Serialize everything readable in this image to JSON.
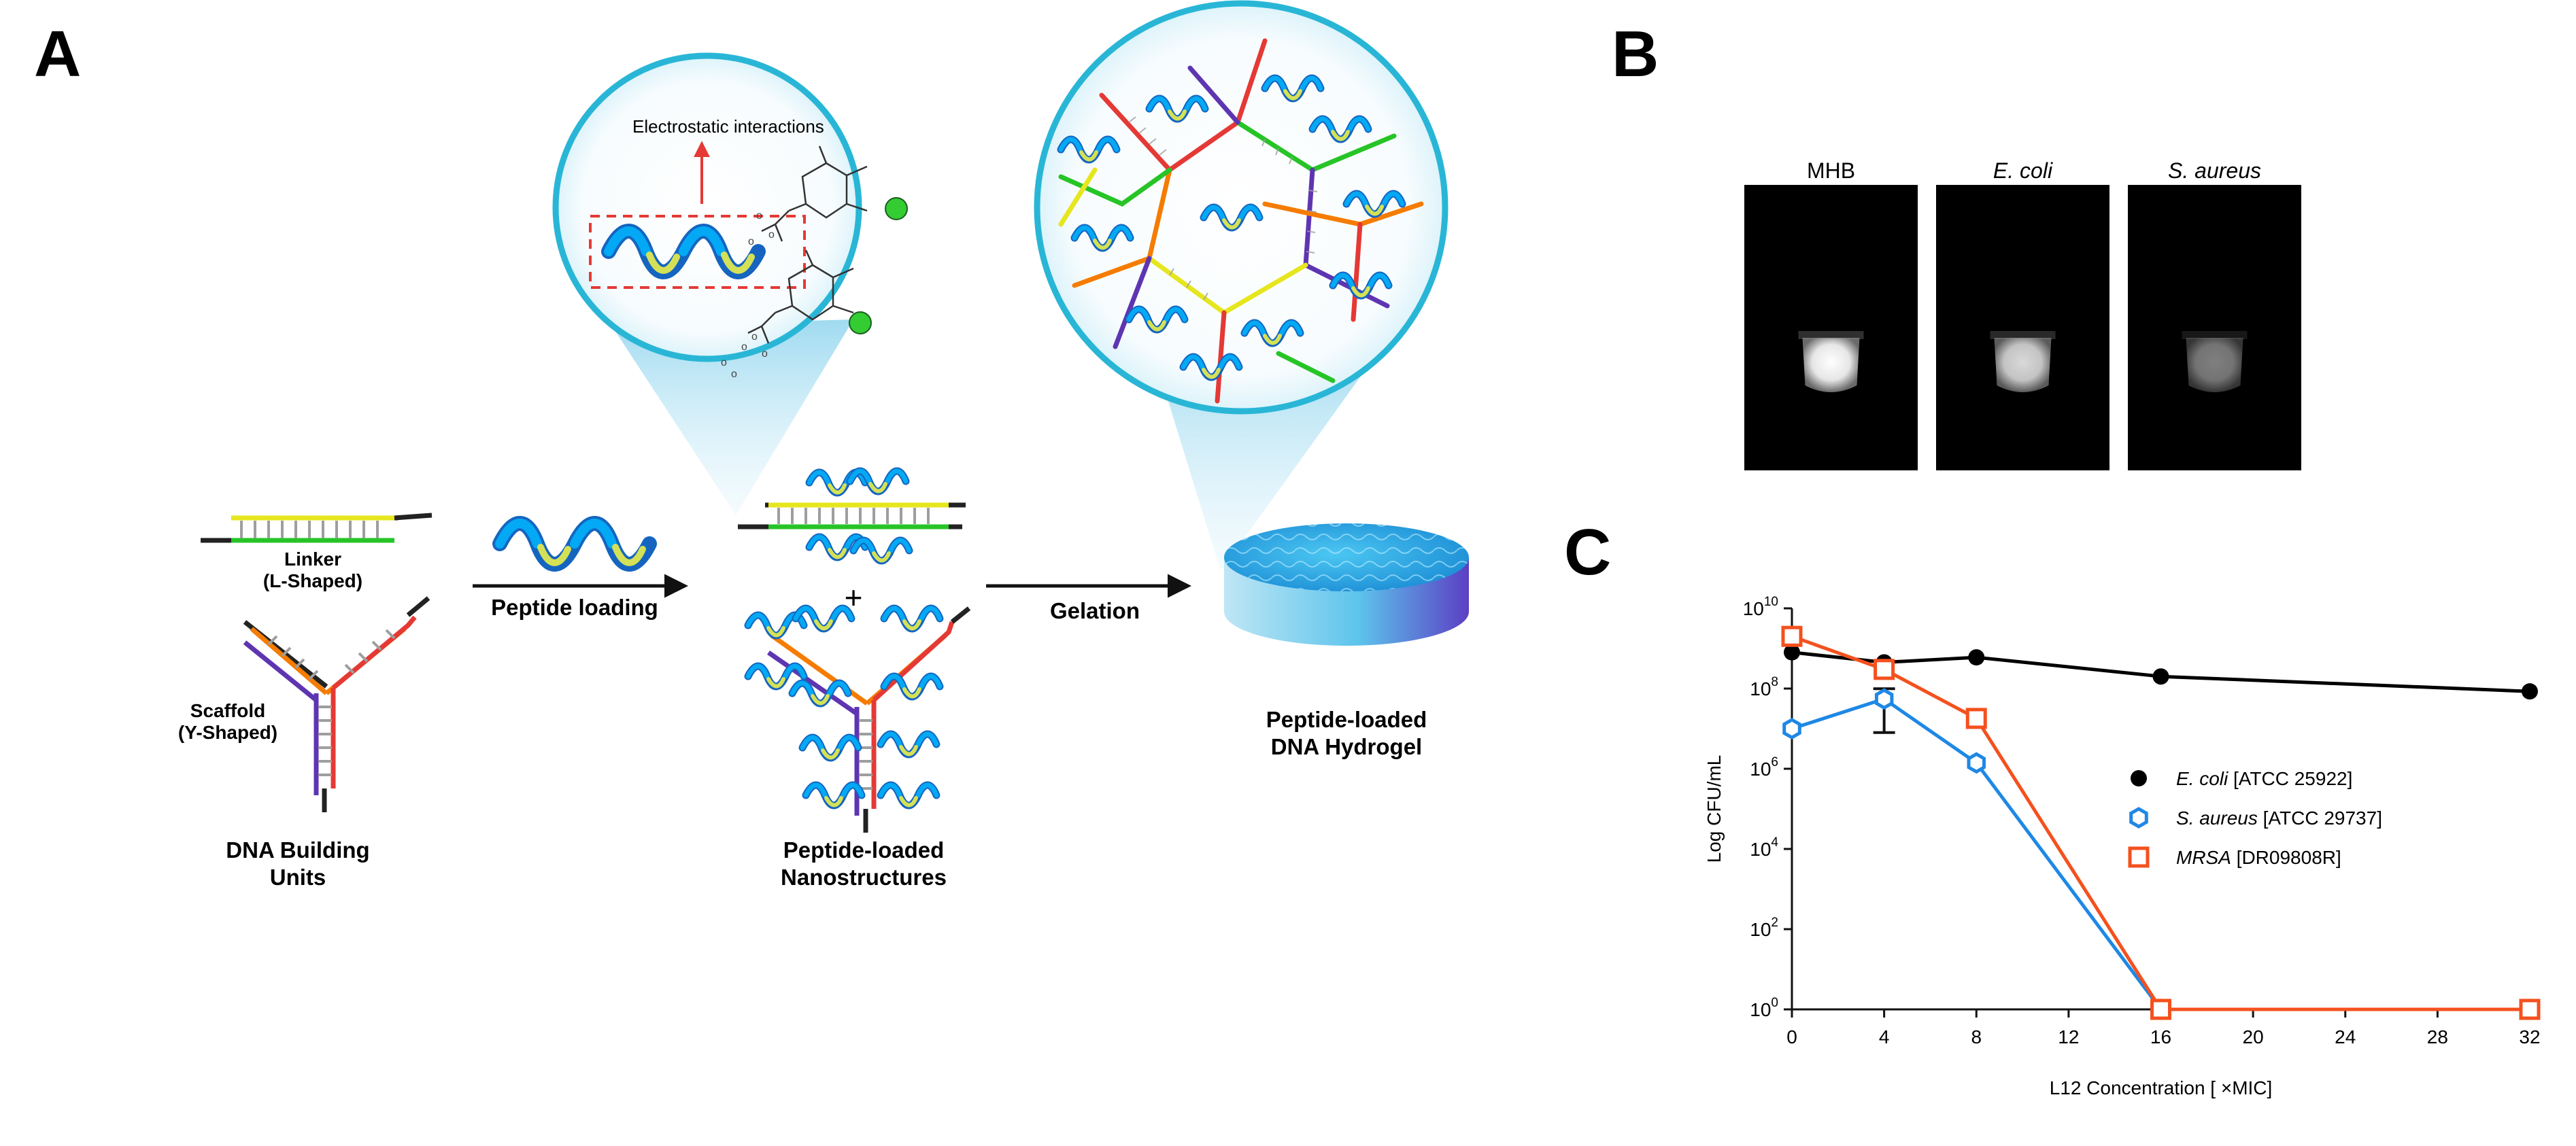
{
  "panel_a": {
    "letter": "A",
    "zoom_label": "Electrostatic interactions",
    "linker_label": [
      "Linker",
      "(L-Shaped)"
    ],
    "scaffold_label": [
      "Scaffold",
      "(Y-Shaped)"
    ],
    "step1_label": "Peptide loading",
    "step2_label": "Gelation",
    "plus_sign": "+",
    "building_units_label": [
      "DNA Building",
      "Units"
    ],
    "nanostructures_label": [
      "Peptide-loaded",
      "Nanostructures"
    ],
    "hydrogel_label": [
      "Peptide-loaded",
      "DNA Hydrogel"
    ],
    "colors": {
      "teal_ring": "#29b6d6",
      "helix_blue": "#1565c0",
      "helix_cyan": "#03a9f4",
      "helix_yellow": "#d4e157",
      "dna_yellow": "#e6e61e",
      "dna_green": "#27c427",
      "dna_orange": "#f57c00",
      "dna_red": "#e53935",
      "dna_purple": "#5e35b1",
      "phosphate_green": "#33cc33",
      "dash_red": "#e53935"
    }
  },
  "panel_b": {
    "letter": "B",
    "tubes": [
      {
        "label": "MHB",
        "italic": false,
        "brightness": 1.0
      },
      {
        "label": "E. coli",
        "italic": true,
        "brightness": 0.85
      },
      {
        "label": "S. aureus",
        "italic": true,
        "brightness": 0.5
      }
    ]
  },
  "panel_c": {
    "letter": "C",
    "chart_data": {
      "type": "line",
      "xlabel": "L12 Concentration [ ×MIC]",
      "ylabel": "Log CFU/mL",
      "xlim": [
        0,
        32
      ],
      "ylim_log10": [
        0,
        10
      ],
      "y_scale": "log",
      "x_ticks": [
        "0",
        "4",
        "8",
        "12",
        "16",
        "20",
        "24",
        "28",
        "32"
      ],
      "y_ticks": [
        {
          "base": "10",
          "exp": "10",
          "log": 10
        },
        {
          "base": "10",
          "exp": "8",
          "log": 8
        },
        {
          "base": "10",
          "exp": "6",
          "log": 6
        },
        {
          "base": "10",
          "exp": "4",
          "log": 4
        },
        {
          "base": "10",
          "exp": "2",
          "log": 2
        },
        {
          "base": "10",
          "exp": "0",
          "log": 0
        }
      ],
      "grid": false,
      "legend_position": "right",
      "series": [
        {
          "name": "E. coli",
          "strain": "[ATCC 25922]",
          "color": "#000000",
          "marker": "circle-filled",
          "x": [
            0,
            4,
            8,
            16,
            32
          ],
          "y": [
            800000000,
            450000000,
            600000000,
            200000000,
            85000000
          ]
        },
        {
          "name": "S. aureus",
          "strain": "[ATCC 29737]",
          "color": "#1e88e5",
          "marker": "hexagon-open",
          "x": [
            0,
            4,
            8,
            16,
            32
          ],
          "y": [
            10000000,
            55000000,
            1400000,
            1,
            1
          ],
          "err_minus_at_4": 8000000
        },
        {
          "name": "MRSA",
          "strain": "[DR09808R]",
          "color": "#f4511e",
          "marker": "square-open",
          "x": [
            0,
            4,
            8,
            16,
            32
          ],
          "y": [
            2000000000,
            300000000,
            18000000,
            1,
            1
          ]
        }
      ]
    }
  }
}
